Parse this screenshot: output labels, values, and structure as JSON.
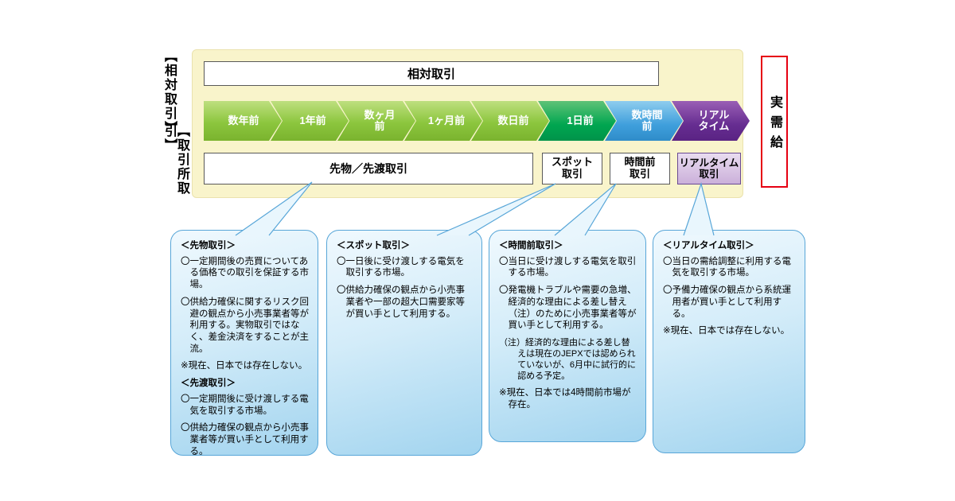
{
  "side_labels": {
    "bilateral": "【相対取引】",
    "exchange": "【取引所取引】"
  },
  "panel": {
    "bilateral_bar_label": "相対取引",
    "timeline": [
      {
        "label": "数年前"
      },
      {
        "label": "1年前"
      },
      {
        "label": "数ヶ月\n前"
      },
      {
        "label": "1ヶ月前"
      },
      {
        "label": "数日前"
      },
      {
        "label": "1日前"
      },
      {
        "label": "数時間\n前"
      },
      {
        "label": "リアル\nタイム"
      }
    ],
    "markets": {
      "futures_forward": "先物／先渡取引",
      "spot": "スポット\n取引",
      "hour_ahead": "時間前\n取引",
      "realtime": "リアルタイム\n取引"
    }
  },
  "actual_supply_label": "実需給",
  "callouts": [
    {
      "blocks": [
        {
          "type": "heading",
          "text": "＜先物取引＞"
        },
        {
          "type": "bullet",
          "text": "〇一定期間後の売買についてある価格での取引を保証する市場。"
        },
        {
          "type": "bullet",
          "text": "〇供給力確保に関するリスク回避の観点から小売事業者等が利用する。実物取引ではなく、差金決済をすることが主流。"
        },
        {
          "type": "note",
          "text": "※現在、日本では存在しない。"
        },
        {
          "type": "heading",
          "text": "＜先渡取引＞"
        },
        {
          "type": "bullet",
          "text": "〇一定期間後に受け渡しする電気を取引する市場。"
        },
        {
          "type": "bullet",
          "text": "〇供給力確保の観点から小売事業者等が買い手として利用する。"
        }
      ]
    },
    {
      "blocks": [
        {
          "type": "heading",
          "text": "＜スポット取引＞"
        },
        {
          "type": "bullet",
          "text": "〇一日後に受け渡しする電気を取引する市場。"
        },
        {
          "type": "bullet",
          "text": "〇供給力確保の観点から小売事業者や一部の超大口需要家等が買い手として利用する。"
        }
      ]
    },
    {
      "blocks": [
        {
          "type": "heading",
          "text": "＜時間前取引＞"
        },
        {
          "type": "bullet",
          "text": "〇当日に受け渡しする電気を取引する市場。"
        },
        {
          "type": "bullet",
          "text": "〇発電機トラブルや需要の急増、経済的な理由による差し替え（注）のために小売事業者等が買い手として利用する。"
        },
        {
          "type": "annot",
          "text": "（注）経済的な理由による差し替えは現在のJEPXでは認められていないが、6月中に試行的に認める予定。"
        },
        {
          "type": "note",
          "text": "※現在、日本では4時間前市場が存在。"
        }
      ]
    },
    {
      "blocks": [
        {
          "type": "heading",
          "text": "＜リアルタイム取引＞"
        },
        {
          "type": "bullet",
          "text": "〇当日の需給調整に利用する電気を取引する市場。"
        },
        {
          "type": "bullet",
          "text": "〇予備力確保の観点から系統運用者が買い手として利用する。"
        },
        {
          "type": "note",
          "text": "※現在、日本では存在しない。"
        }
      ]
    }
  ],
  "colors": {
    "panel_bg": "#f9f4cb",
    "chevron_green": "#8cc63e",
    "chevron_dark_green": "#00a650",
    "chevron_blue": "#3f9fdc",
    "chevron_purple": "#662d91",
    "realtime_box_bg": "#cbb0da",
    "realtime_box_border": "#6a4a93",
    "actual_supply_border": "#e60012",
    "bubble_border": "#58a6d8",
    "bubble_bg_top": "#f0f9fe",
    "bubble_bg_bottom": "#a2d4ef"
  }
}
